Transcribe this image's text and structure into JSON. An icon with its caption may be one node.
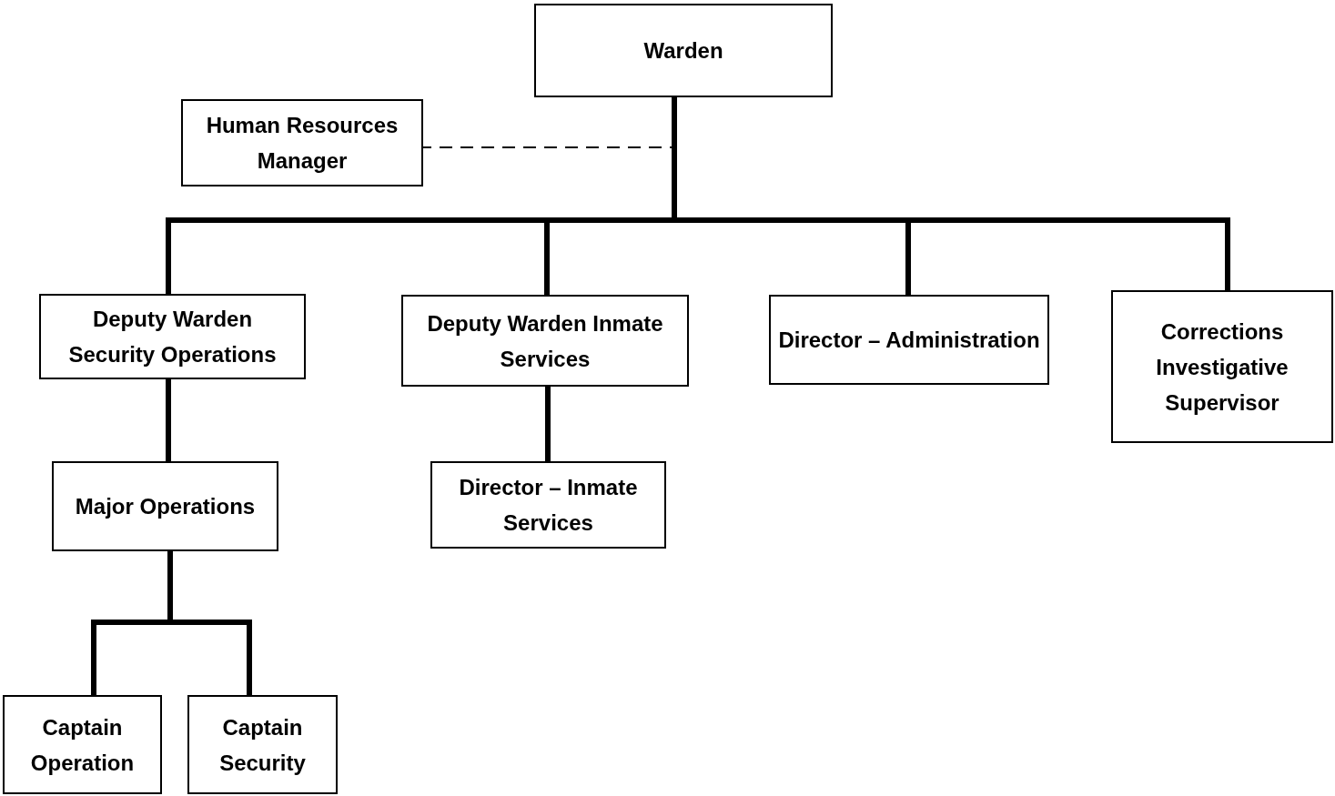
{
  "diagram": {
    "nodes": [
      {
        "text": [
          "Warden"
        ]
      },
      {
        "text": [
          "Human Resources Manager"
        ]
      },
      {
        "text": [
          "Deputy Warden Security Operations"
        ]
      },
      {
        "text": [
          "Deputy Warden Inmate Services"
        ]
      },
      {
        "text": [
          "Director – Administration"
        ]
      },
      {
        "text": [
          "Corrections Investigative Supervisor"
        ]
      },
      {
        "text": [
          "Major Operations"
        ]
      },
      {
        "text": [
          "Director – Inmate Services"
        ]
      },
      {
        "text": [
          "Captain Operation"
        ]
      },
      {
        "text": [
          "Captain Security"
        ]
      }
    ],
    "edges": [
      {
        "from": 0,
        "to": 1,
        "arrow": "none",
        "style": "dashed"
      },
      {
        "from": 0,
        "to": 2,
        "arrow": "none"
      },
      {
        "from": 0,
        "to": 3,
        "arrow": "none"
      },
      {
        "from": 0,
        "to": 4,
        "arrow": "none"
      },
      {
        "from": 0,
        "to": 5,
        "arrow": "none"
      },
      {
        "from": 2,
        "to": 6,
        "arrow": "none"
      },
      {
        "from": 3,
        "to": 7,
        "arrow": "none"
      },
      {
        "from": 6,
        "to": 8,
        "arrow": "none"
      },
      {
        "from": 6,
        "to": 9,
        "arrow": "none"
      }
    ]
  }
}
